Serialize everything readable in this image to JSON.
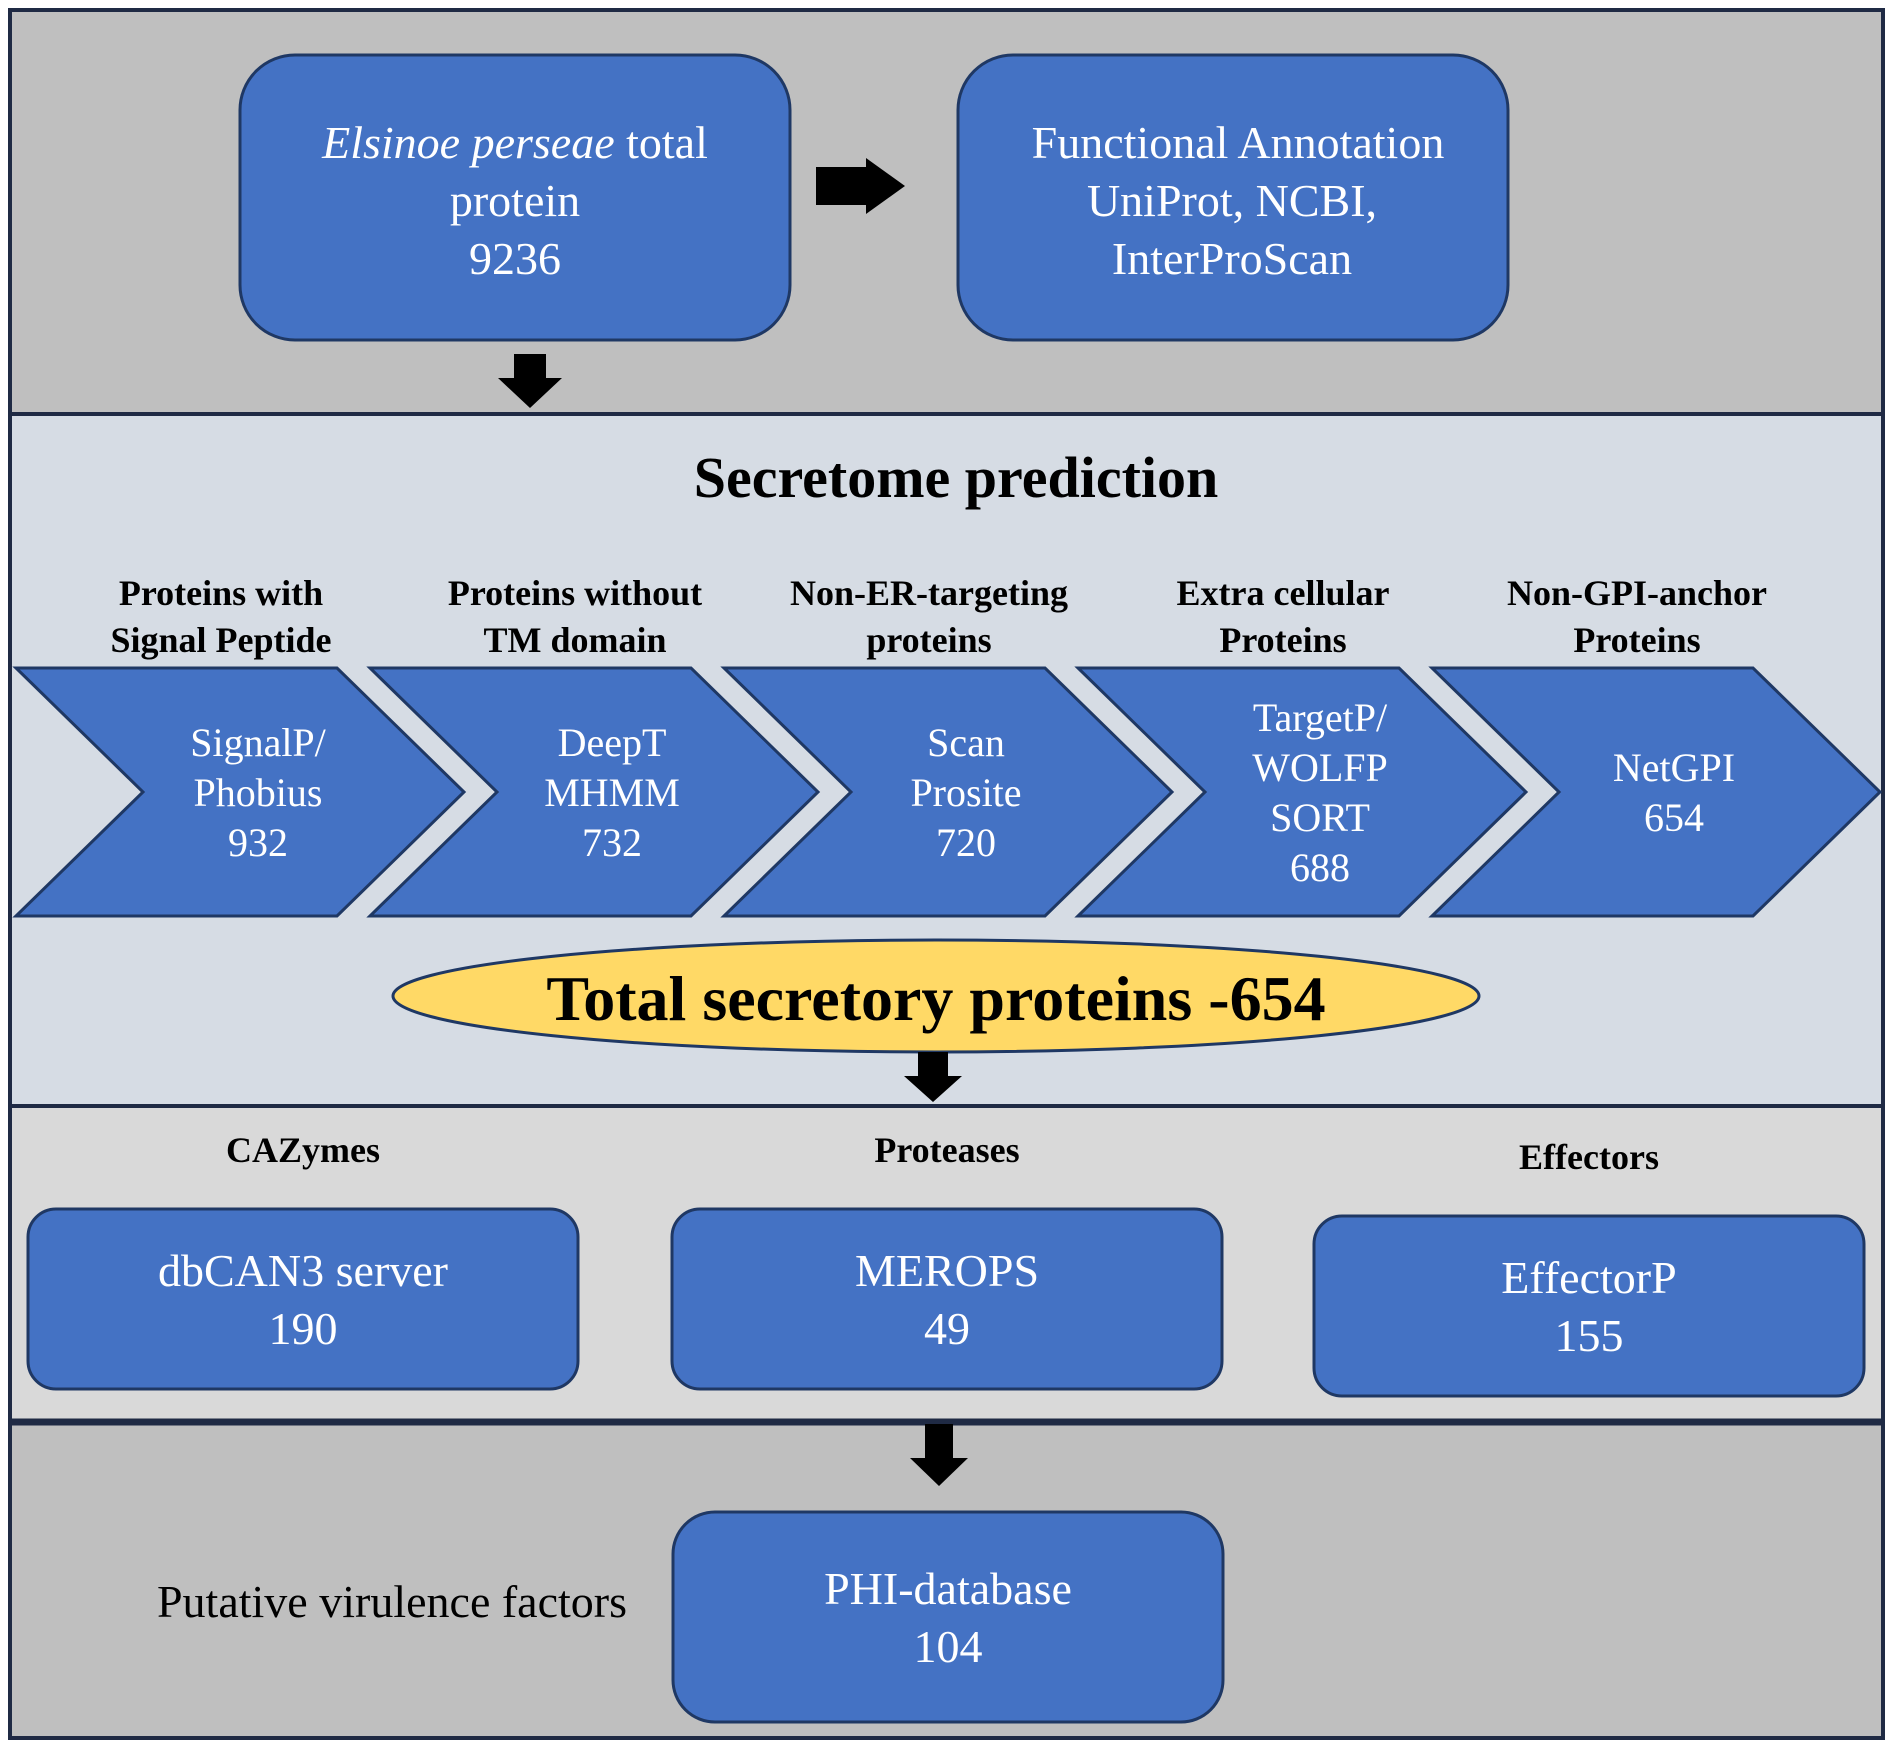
{
  "top": {
    "input_box": {
      "species": "Elsinoe perseae",
      "line1_rest": " total",
      "line2": "protein",
      "count": "9236"
    },
    "annotation_box": {
      "line1": "Functional Annotation",
      "line2": "UniProt, NCBI,",
      "line3": "InterProScan"
    }
  },
  "secretome": {
    "title": "Secretome prediction",
    "steps": [
      {
        "heading": [
          "Proteins with",
          "Signal Peptide"
        ],
        "tool": [
          "SignalP/",
          "Phobius"
        ],
        "count": "932"
      },
      {
        "heading": [
          "Proteins without",
          "TM domain"
        ],
        "tool": [
          "DeepT",
          "MHMM"
        ],
        "count": "732"
      },
      {
        "heading": [
          "Non-ER-targeting",
          "proteins"
        ],
        "tool": [
          "Scan",
          "Prosite"
        ],
        "count": "720"
      },
      {
        "heading": [
          "Extra cellular",
          "Proteins"
        ],
        "tool": [
          "TargetP/",
          "WOLFP",
          "SORT"
        ],
        "count": "688"
      },
      {
        "heading": [
          "Non-GPI-anchor",
          "Proteins"
        ],
        "tool": [
          "NetGPI"
        ],
        "count": "654"
      }
    ],
    "total": "Total secretory proteins -654"
  },
  "categories": [
    {
      "heading": "CAZymes",
      "tool": "dbCAN3 server",
      "count": "190"
    },
    {
      "heading": "Proteases",
      "tool": "MEROPS",
      "count": "49"
    },
    {
      "heading": "Effectors",
      "tool": "EffectorP",
      "count": "155"
    }
  ],
  "virulence": {
    "label": "Putative virulence factors",
    "tool": "PHI-database",
    "count": "104"
  },
  "colors": {
    "box_fill": "#4472C4",
    "box_stroke": "#1F3864",
    "panel_top": "#BFBFBF",
    "panel_secretome": "#D6DCE4",
    "panel_categories": "#D9D9D9",
    "panel_bottom": "#BFBFBF",
    "ellipse_fill": "#FFD966",
    "outline": "#1F2A44"
  }
}
